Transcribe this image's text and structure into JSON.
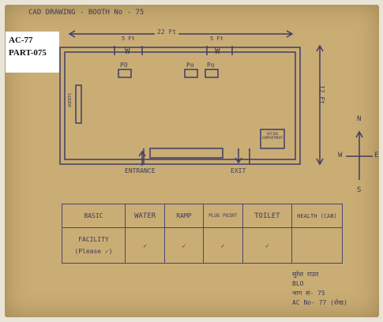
{
  "header": {
    "title": "CAD DRAWING - BOOTH No - 75"
  },
  "stamp": {
    "line1": "AC-77",
    "line2": "PART-075"
  },
  "dims": {
    "width": "22 Ft",
    "length": "12 Ft",
    "w_left": "5 Ft",
    "w_right": "5 Ft"
  },
  "plan": {
    "window_left": "W",
    "window_right": "W",
    "po_left": "PO",
    "po_mid": "Po",
    "po_right": "Po",
    "side_label": "AGENTS",
    "box_label": "VOTING COMPARTMENT",
    "entrance": "ENTRANCE",
    "exit": "EXIT"
  },
  "compass": {
    "n": "N",
    "s": "S",
    "e": "E",
    "w": "W"
  },
  "table": {
    "headers": [
      "BASIC",
      "WATER",
      "RAMP",
      "PLUG POINT",
      "TOILET",
      "HEALTH (CAB)"
    ],
    "row_label_1": "FACILITY",
    "row_label_2": "(Please ✓)",
    "ticks": [
      "✓",
      "✓",
      "✓",
      "✓",
      ""
    ]
  },
  "signature": {
    "line1": "सुरेश राउत",
    "line2": "BLO",
    "line3": "भाग सं- 75",
    "line4": "AC No- 77 (शेख)"
  }
}
